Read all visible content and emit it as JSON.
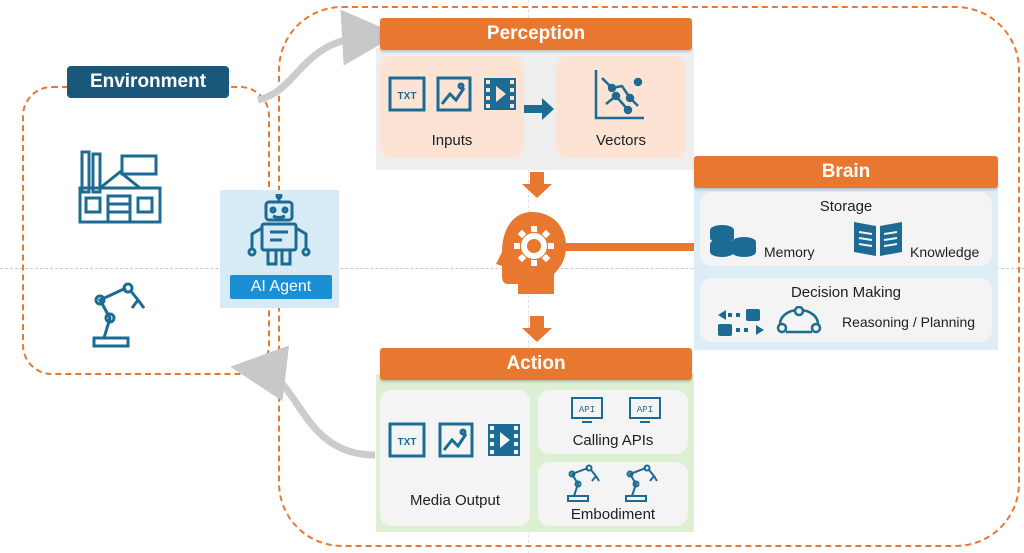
{
  "environment": {
    "title": "Environment"
  },
  "agent": {
    "label": "AI Agent"
  },
  "perception": {
    "title": "Perception",
    "inputs_label": "Inputs",
    "vectors_label": "Vectors",
    "txt_icon_text": "TXT"
  },
  "brain": {
    "title": "Brain",
    "storage_title": "Storage",
    "memory_label": "Memory",
    "knowledge_label": "Knowledge",
    "decision_title": "Decision Making",
    "reasoning_label": "Reasoning / Planning"
  },
  "action": {
    "title": "Action",
    "media_label": "Media Output",
    "apis_label": "Calling APIs",
    "embodiment_label": "Embodiment",
    "api_icon_text": "API",
    "txt_icon_text": "TXT"
  },
  "colors": {
    "accent_orange": "#e8782f",
    "env_title_blue": "#19587a",
    "agent_blue": "#1a8fd6",
    "icon_blue": "#1c6b94",
    "perception_pink": "#fce3d4",
    "action_green": "#def0d4",
    "brain_blue": "#dcedf8"
  },
  "icons": [
    "factory-icon",
    "robot-arm-icon",
    "robot-icon",
    "txt-file-icon",
    "image-icon",
    "video-icon",
    "vector-graph-icon",
    "brain-gear-icon",
    "database-icon",
    "book-icon",
    "flow-icon",
    "cycle-icon",
    "api-monitor-icon"
  ]
}
